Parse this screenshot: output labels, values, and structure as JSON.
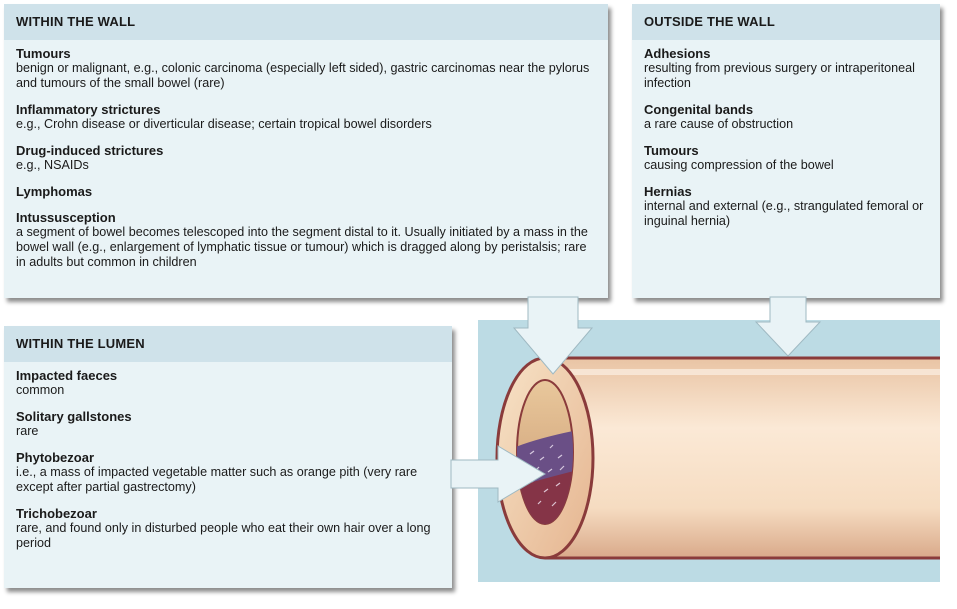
{
  "within_wall": {
    "heading": "WITHIN THE WALL",
    "items": [
      {
        "title": "Tumours",
        "desc": "benign or malignant, e.g., colonic carcinoma (especially left sided), gastric carcinomas near the pylorus and tumours of the small bowel (rare)"
      },
      {
        "title": "Inflammatory strictures",
        "desc": "e.g., Crohn disease or diverticular disease; certain tropical bowel disorders"
      },
      {
        "title": "Drug-induced strictures",
        "desc": "e.g., NSAIDs"
      },
      {
        "title": "Lymphomas",
        "desc": ""
      },
      {
        "title": "Intussusception",
        "desc": "a segment of bowel becomes telescoped into the segment distal to it. Usually initiated by a mass in the bowel wall (e.g., enlargement of lymphatic tissue or tumour) which is dragged along by peristalsis; rare in adults but common in children"
      }
    ]
  },
  "outside_wall": {
    "heading": "OUTSIDE THE WALL",
    "items": [
      {
        "title": "Adhesions",
        "desc": "resulting from previous surgery or intraperitoneal infection"
      },
      {
        "title": "Congenital bands",
        "desc": "a rare cause of obstruction"
      },
      {
        "title": "Tumours",
        "desc": "causing compression of the bowel"
      },
      {
        "title": "Hernias",
        "desc": "internal and external (e.g., strangulated femoral or inguinal hernia)"
      }
    ]
  },
  "within_lumen": {
    "heading": "WITHIN THE LUMEN",
    "items": [
      {
        "title": "Impacted faeces",
        "desc": "common"
      },
      {
        "title": "Solitary gallstones",
        "desc": "rare"
      },
      {
        "title": "Phytobezoar",
        "desc": "i.e., a mass of impacted vegetable matter such as orange pith (very rare except after partial gastrectomy)"
      },
      {
        "title": "Trichobezoar",
        "desc": "rare, and found only in disturbed people who eat their own hair over a long period"
      }
    ]
  },
  "colors": {
    "panel_bg": "#e9f3f6",
    "panel_header": "#cfe2ea",
    "scene_bg": "#bcdbe4",
    "bowel_wall": "#f2d9bd",
    "bowel_outline": "#8a3b3b",
    "lumen_mass": "#6a4f86"
  }
}
